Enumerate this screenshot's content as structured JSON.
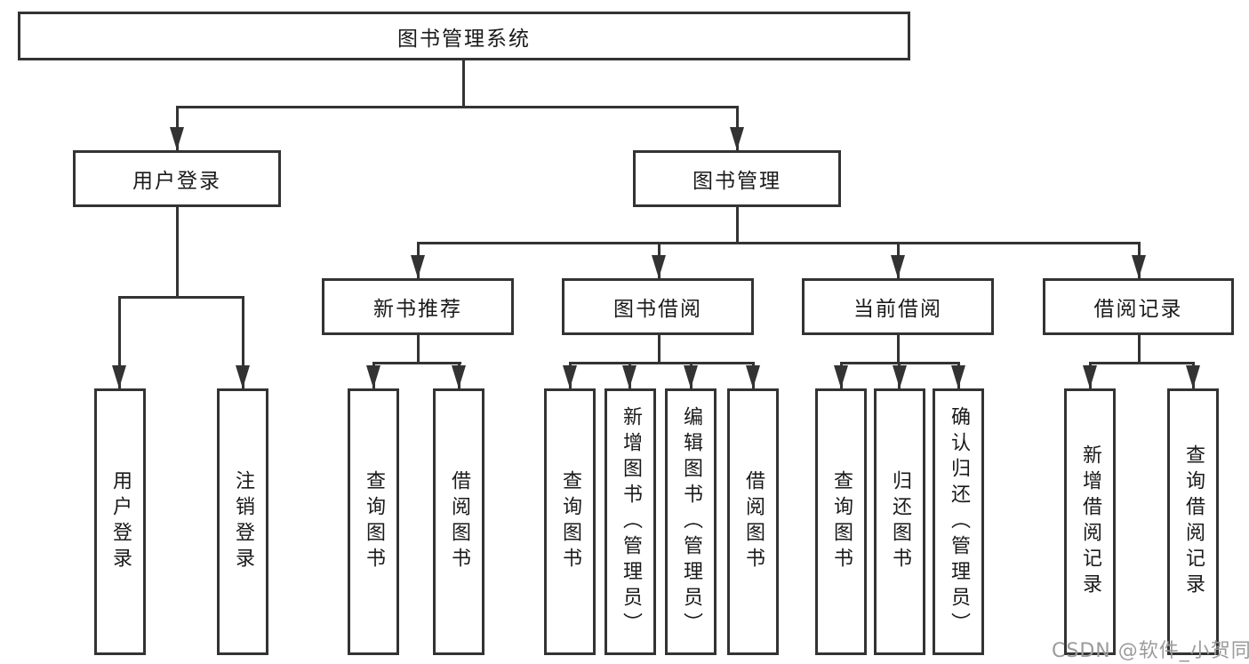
{
  "colors": {
    "line": "#333333",
    "text": "#1a1a1a",
    "node_background": "#ffffff",
    "page_background": "#ffffff",
    "watermark": "#9b9b9b"
  },
  "watermark": {
    "text": "CSDN @软件_小贺同学"
  },
  "tree": {
    "root": {
      "label": "图书管理系统",
      "children": [
        {
          "label": "用户登录",
          "children": [
            {
              "label": "用户登录"
            },
            {
              "label": "注销登录"
            }
          ]
        },
        {
          "label": "图书管理",
          "children": [
            {
              "label": "新书推荐",
              "children": [
                {
                  "label": "查询图书"
                },
                {
                  "label": "借阅图书"
                }
              ]
            },
            {
              "label": "图书借阅",
              "children": [
                {
                  "label": "查询图书"
                },
                {
                  "label": "新增图书（管理员）"
                },
                {
                  "label": "编辑图书（管理员）"
                },
                {
                  "label": "借阅图书"
                }
              ]
            },
            {
              "label": "当前借阅",
              "children": [
                {
                  "label": "查询图书"
                },
                {
                  "label": "归还图书"
                },
                {
                  "label": "确认归还（管理员）"
                }
              ]
            },
            {
              "label": "借阅记录",
              "children": [
                {
                  "label": "新增借阅记录"
                },
                {
                  "label": "查询借阅记录"
                }
              ]
            }
          ]
        }
      ]
    }
  }
}
